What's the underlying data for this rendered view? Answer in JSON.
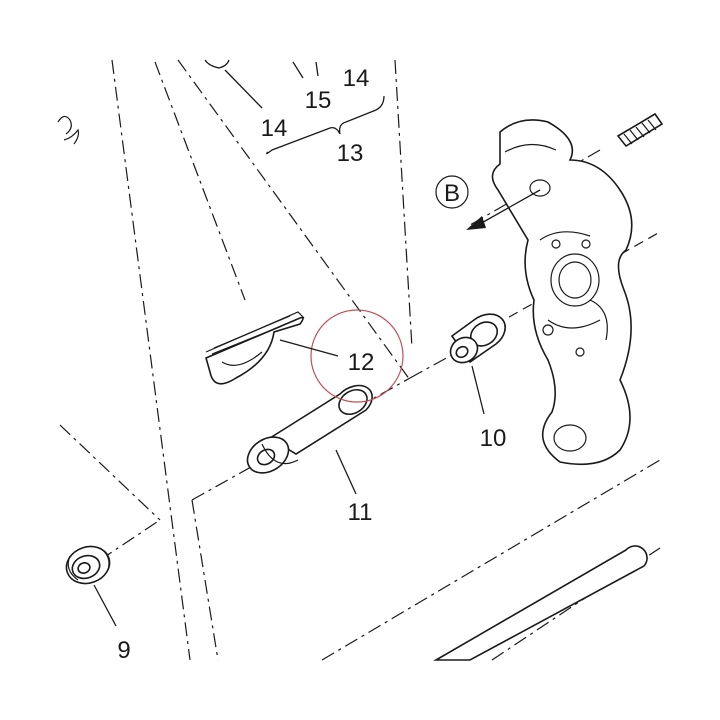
{
  "diagram": {
    "labels": {
      "p9": "9",
      "p10": "10",
      "p11": "11",
      "p12": "12",
      "p13": "13",
      "p14a": "14",
      "p14b": "14",
      "p15": "15"
    },
    "view_marker": "B",
    "colors": {
      "line": "#1a1a1a",
      "highlight_circle": "#c0505a",
      "background": "#ffffff"
    }
  }
}
